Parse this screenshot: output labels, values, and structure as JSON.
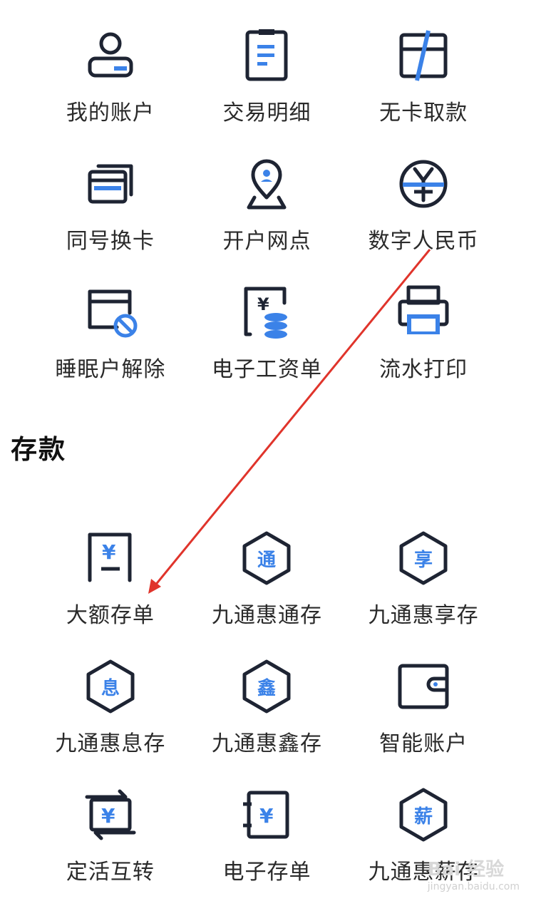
{
  "services": [
    {
      "id": "my-account",
      "label": "我的账户",
      "icon": "user-card-icon"
    },
    {
      "id": "transaction-details",
      "label": "交易明细",
      "icon": "clipboard-list-icon"
    },
    {
      "id": "cardless-withdrawal",
      "label": "无卡取款",
      "icon": "card-slash-icon"
    },
    {
      "id": "card-replacement",
      "label": "同号换卡",
      "icon": "stacked-cards-icon"
    },
    {
      "id": "account-branch",
      "label": "开户网点",
      "icon": "location-pin-icon"
    },
    {
      "id": "digital-rmb",
      "label": "数字人民币",
      "icon": "yuan-circle-icon"
    },
    {
      "id": "dormant-release",
      "label": "睡眠户解除",
      "icon": "card-blocked-icon"
    },
    {
      "id": "e-payslip",
      "label": "电子工资单",
      "icon": "payslip-coins-icon"
    },
    {
      "id": "statement-print",
      "label": "流水打印",
      "icon": "printer-icon"
    }
  ],
  "section": {
    "title": "存款"
  },
  "deposits": [
    {
      "id": "large-cd",
      "label": "大额存单",
      "icon": "yuan-document-icon"
    },
    {
      "id": "jth-tong",
      "label": "九通惠通存",
      "icon": "hexagon-tong-icon",
      "glyph": "通"
    },
    {
      "id": "jth-xiang",
      "label": "九通惠享存",
      "icon": "hexagon-xiang-icon",
      "glyph": "享"
    },
    {
      "id": "jth-xi",
      "label": "九通惠息存",
      "icon": "hexagon-xi-icon",
      "glyph": "息"
    },
    {
      "id": "jth-xin",
      "label": "九通惠鑫存",
      "icon": "hexagon-xin-icon",
      "glyph": "鑫"
    },
    {
      "id": "smart-account",
      "label": "智能账户",
      "icon": "wallet-icon"
    },
    {
      "id": "fixed-current-transfer",
      "label": "定活互转",
      "icon": "yuan-exchange-icon"
    },
    {
      "id": "e-deposit-slip",
      "label": "电子存单",
      "icon": "yuan-notebook-icon"
    },
    {
      "id": "jth-xin-salary",
      "label": "九通惠薪存",
      "icon": "hexagon-salary-icon",
      "glyph": "薪"
    }
  ],
  "watermark": {
    "text": "Bai 经验",
    "sub": "jingyan.baidu.com"
  },
  "colors": {
    "ink": "#1e2433",
    "accent": "#3b82e8",
    "annotation": "#e0342b"
  }
}
